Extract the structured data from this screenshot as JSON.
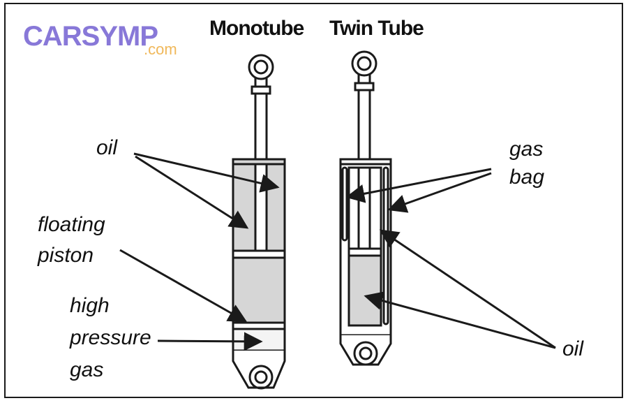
{
  "logo": {
    "name": "CARSYMP",
    "suffix": ".com"
  },
  "headings": {
    "monotube": "Monotube",
    "twin_tube": "Twin Tube"
  },
  "labels": {
    "oil_left": "oil",
    "floating": "floating",
    "piston": "piston",
    "high": "high",
    "pressure": "pressure",
    "gas": "gas",
    "gas_bag_1": "gas",
    "gas_bag_2": "bag",
    "oil_right": "oil"
  },
  "colors": {
    "fill": "#d6d6d6",
    "stroke": "#1a1a1a",
    "logo": "#8878d8",
    "logo_accent": "#f0b85a"
  }
}
